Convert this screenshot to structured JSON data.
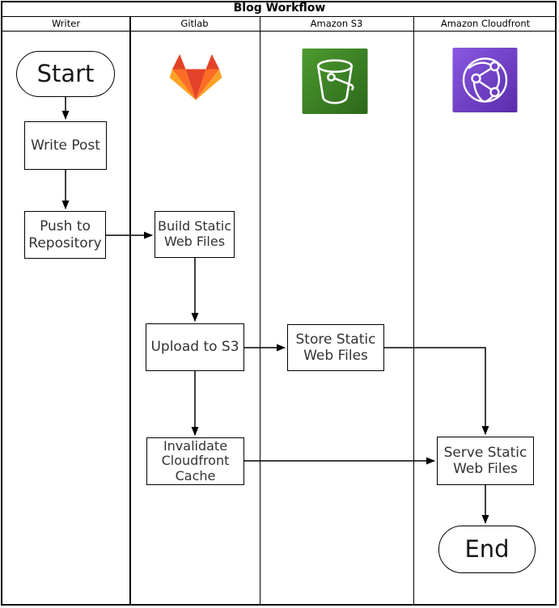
{
  "diagram": {
    "title": "Blog Workflow",
    "lanes": [
      {
        "id": "writer",
        "label": "Writer"
      },
      {
        "id": "gitlab",
        "label": "Gitlab"
      },
      {
        "id": "amazon_s3",
        "label": "Amazon S3"
      },
      {
        "id": "amazon_cloudfront",
        "label": "Amazon Cloudfront"
      }
    ],
    "nodes": {
      "start": {
        "label": "Start",
        "shape": "terminator",
        "lane": "Writer"
      },
      "write_post": {
        "label": "Write Post",
        "shape": "process",
        "lane": "Writer"
      },
      "push_repo": {
        "label": "Push to Repository",
        "shape": "process",
        "lane": "Writer"
      },
      "build_static": {
        "label": "Build Static Web Files",
        "shape": "process",
        "lane": "Gitlab"
      },
      "upload_s3": {
        "label": "Upload to S3",
        "shape": "process",
        "lane": "Gitlab"
      },
      "invalidate_cache": {
        "label": "Invalidate Cloudfront Cache",
        "shape": "process",
        "lane": "Gitlab"
      },
      "store_static": {
        "label": "Store Static Web Files",
        "shape": "process",
        "lane": "Amazon S3"
      },
      "serve_static": {
        "label": "Serve Static Web Files",
        "shape": "process",
        "lane": "Amazon Cloudfront"
      },
      "end": {
        "label": "End",
        "shape": "terminator",
        "lane": "Amazon Cloudfront"
      }
    },
    "connections": [
      {
        "from": "start",
        "to": "write_post"
      },
      {
        "from": "write_post",
        "to": "push_repo"
      },
      {
        "from": "push_repo",
        "to": "build_static"
      },
      {
        "from": "build_static",
        "to": "upload_s3"
      },
      {
        "from": "upload_s3",
        "to": "store_static"
      },
      {
        "from": "upload_s3",
        "to": "invalidate_cache"
      },
      {
        "from": "store_static",
        "to": "serve_static"
      },
      {
        "from": "invalidate_cache",
        "to": "serve_static"
      },
      {
        "from": "serve_static",
        "to": "end"
      }
    ],
    "icons": {
      "gitlab": {
        "name": "gitlab-logo",
        "color_red": "#e24329",
        "color_orange": "#fc6d26",
        "color_light": "#fca326"
      },
      "s3": {
        "name": "amazon-s3-bucket",
        "gradient_start": "#4d9b30",
        "gradient_end": "#2c681b",
        "glyph_color": "#ffffff"
      },
      "cloudfront": {
        "name": "amazon-cloudfront-globe",
        "gradient_start": "#8a58e2",
        "gradient_end": "#5a2cab",
        "glyph_color": "#ffffff"
      }
    },
    "theme": {
      "background": "#ffffff",
      "line_color": "#000000",
      "node_fill": "#ffffff",
      "text_color": "#333333"
    }
  }
}
